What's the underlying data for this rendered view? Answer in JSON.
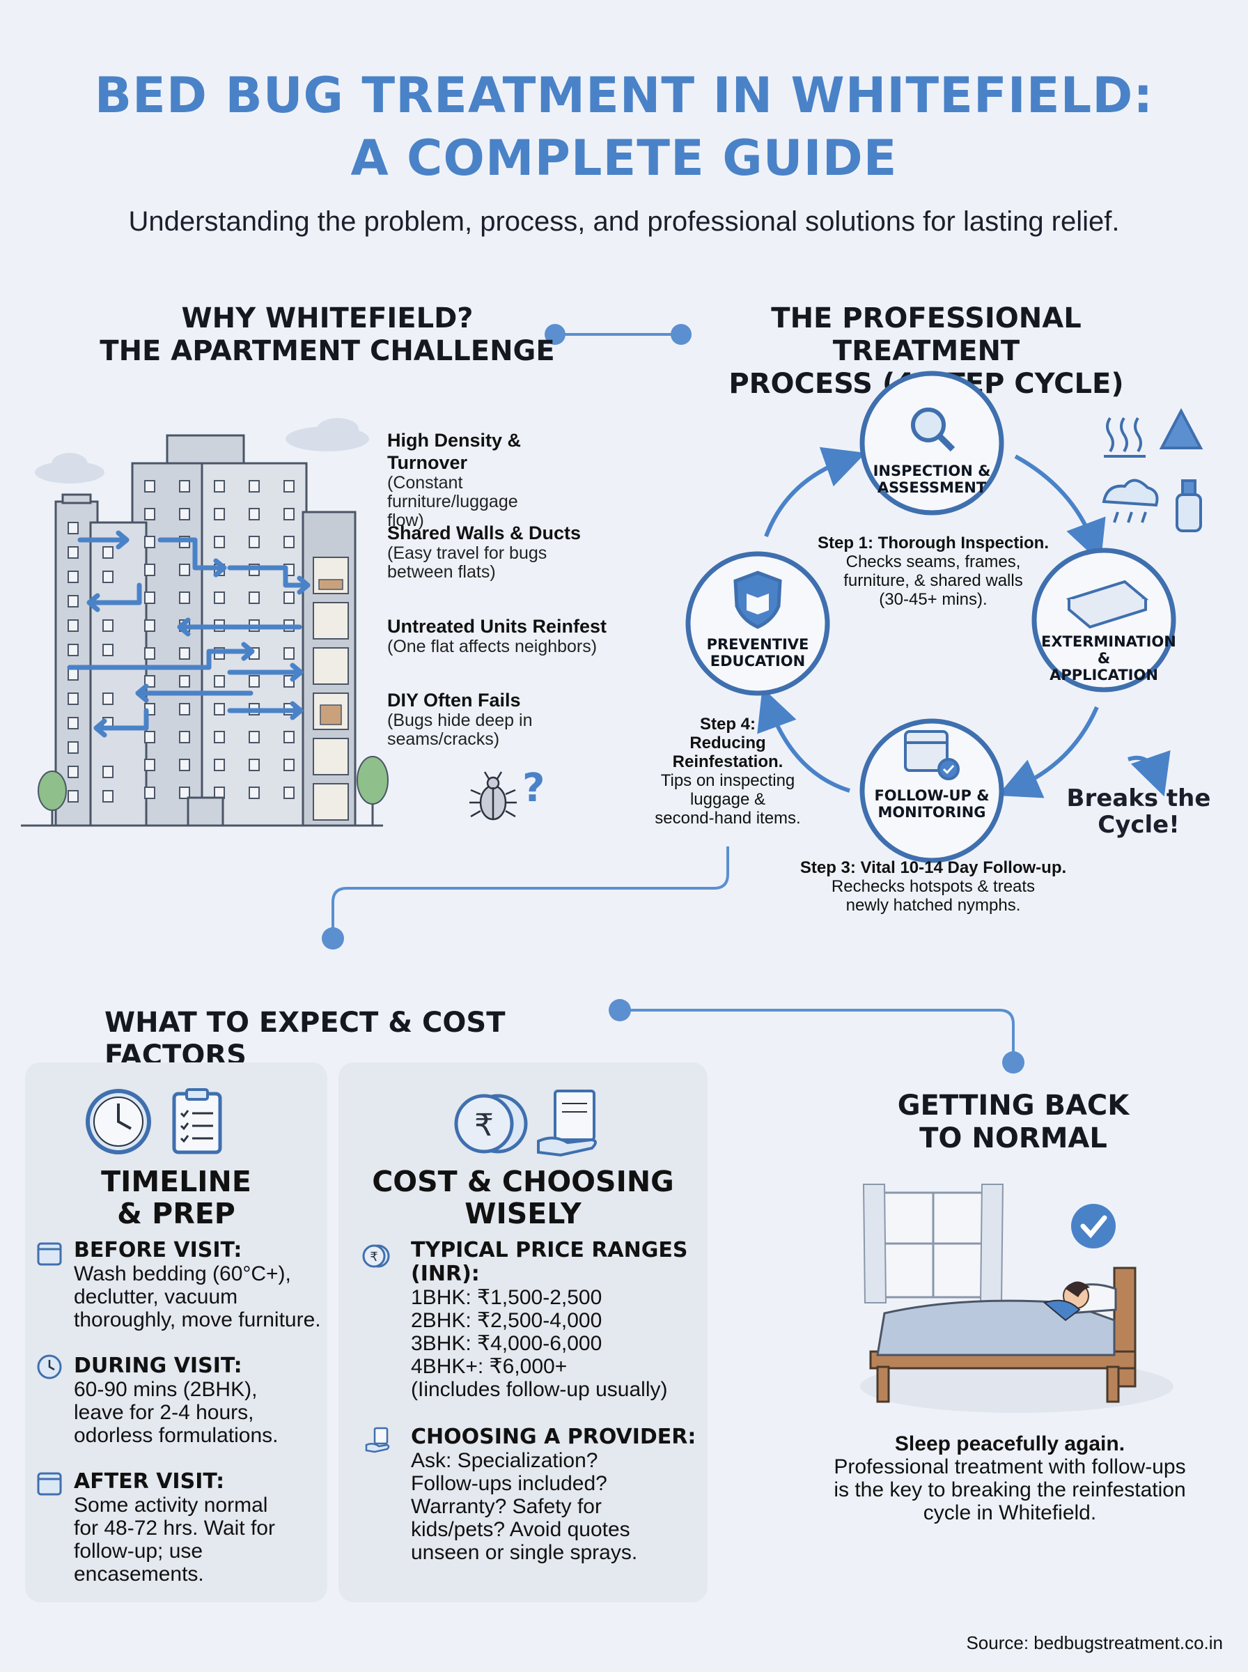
{
  "header": {
    "title_line1": "BED BUG TREATMENT IN WHITEFIELD:",
    "title_line2": "A COMPLETE GUIDE",
    "subtitle": "Understanding the problem, process, and professional solutions for lasting relief."
  },
  "why": {
    "heading_line1": "WHY WHITEFIELD?",
    "heading_line2": "THE APARTMENT CHALLENGE",
    "features": [
      {
        "title": "High Density & Turnover",
        "desc_line1": "(Constant furniture/luggage",
        "desc_line2": "flow)"
      },
      {
        "title": "Shared Walls & Ducts",
        "desc_line1": "(Easy travel for bugs",
        "desc_line2": "between flats)"
      },
      {
        "title": "Untreated Units Reinfest",
        "desc_line1": "(One flat affects neighbors)",
        "desc_line2": ""
      },
      {
        "title": "DIY Often Fails",
        "desc_line1": "(Bugs hide deep in",
        "desc_line2": "seams/cracks)"
      }
    ]
  },
  "process": {
    "heading_line1": "THE PROFESSIONAL TREATMENT",
    "heading_line2": "PROCESS (4-STEP CYCLE)",
    "nodes": {
      "inspection": {
        "line1": "INSPECTION &",
        "line2": "ASSESSMENT"
      },
      "extermination": {
        "line1": "EXTERMINATION",
        "line2": "& APPLICATION"
      },
      "followup": {
        "line1": "FOLLOW-UP &",
        "line2": "MONITORING"
      },
      "education": {
        "line1": "PREVENTIVE",
        "line2": "EDUCATION"
      }
    },
    "step1": {
      "title": "Step 1: Thorough Inspection.",
      "l1": "Checks seams, frames,",
      "l2": "furniture, & shared walls",
      "l3": "(30-45+ mins)."
    },
    "step3": {
      "title": "Step 3: Vital 10-14 Day Follow-up.",
      "l1": "Rechecks hotspots & treats",
      "l2": "newly hatched nymphs."
    },
    "step4": {
      "t1": "Step 4:",
      "t2": "Reducing",
      "t3": "Reinfestation.",
      "l1": "Tips on inspecting",
      "l2": "luggage &",
      "l3": "second-hand items."
    },
    "breaks_line1": "Breaks the",
    "breaks_line2": "Cycle!"
  },
  "expect": {
    "heading": "WHAT TO EXPECT & COST FACTORS",
    "timeline": {
      "heading_line1": "TIMELINE",
      "heading_line2": "& PREP",
      "before": {
        "label": "BEFORE VISIT:",
        "l1": "Wash bedding (60°C+),",
        "l2": "declutter, vacuum",
        "l3": "thoroughly, move furniture."
      },
      "during": {
        "label": "DURING VISIT:",
        "l1": "60-90 mins (2BHK),",
        "l2": "leave for 2-4 hours,",
        "l3": "odorless formulations."
      },
      "after": {
        "label": "AFTER VISIT:",
        "l1": "Some activity normal",
        "l2": "for 48-72 hrs. Wait for",
        "l3": "follow-up; use",
        "l4": "encasements."
      }
    },
    "cost": {
      "heading_line1": "COST & CHOOSING",
      "heading_line2": "WISELY",
      "prices_label_line1": "TYPICAL PRICE RANGES",
      "prices_label_line2": "(INR):",
      "prices": [
        "1BHK: ₹1,500-2,500",
        "2BHK: ₹2,500-4,000",
        "3BHK: ₹4,000-6,000",
        "4BHK+: ₹6,000+"
      ],
      "prices_note": "(Iincludes follow-up usually)",
      "provider_label": "CHOOSING A PROVIDER:",
      "provider_lines": [
        "Ask: Specialization?",
        "Follow-ups included?",
        "Warranty? Safety for",
        "kids/pets? Avoid quotes",
        "unseen or single sprays."
      ]
    }
  },
  "normal": {
    "heading_line1": "GETTING BACK",
    "heading_line2": "TO NORMAL",
    "bold_line": "Sleep peacefully again.",
    "l1": "Professional treatment with follow-ups",
    "l2": "is the key to breaking the reinfestation",
    "l3": "cycle in Whitefield."
  },
  "source": "Source: bedbugstreatment.co.in",
  "colors": {
    "accent": "#4a82c8",
    "ring": "#3f6fae",
    "card": "#e4e8ef",
    "background": "#eef2f8"
  }
}
